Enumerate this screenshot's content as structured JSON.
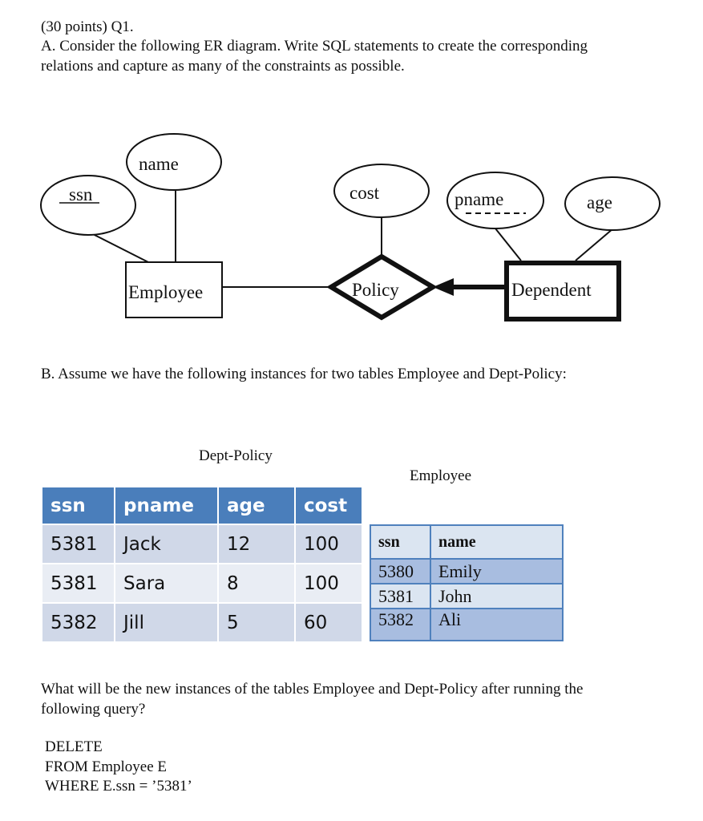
{
  "question": {
    "header": "(30 points) Q1.",
    "part_a_line1": "A. Consider the following ER diagram. Write SQL statements to create the corresponding",
    "part_a_line2": "relations and capture as many of the constraints as possible."
  },
  "er_diagram": {
    "attributes": {
      "ssn": "ssn",
      "name": "name",
      "cost": "cost",
      "pname": "pname",
      "age": "age"
    },
    "entity": "Employee",
    "relationship": "Policy",
    "weak_entity": "Dependent"
  },
  "part_b": {
    "intro": "B. Assume we have the following instances for two tables Employee and Dept-Policy:"
  },
  "dept_policy": {
    "caption": "Dept-Policy",
    "headers": [
      "ssn",
      "pname",
      "age",
      "cost"
    ],
    "rows": [
      [
        "5381",
        "Jack",
        "12",
        "100"
      ],
      [
        "5381",
        "Sara",
        "8",
        "100"
      ],
      [
        "5382",
        "Jill",
        "5",
        "60"
      ]
    ]
  },
  "employee": {
    "caption": "Employee",
    "headers": [
      "ssn",
      "name"
    ],
    "rows": [
      [
        "5380",
        "Emily"
      ],
      [
        "5381",
        "John"
      ],
      [
        "5382",
        "Ali"
      ]
    ]
  },
  "followup": {
    "line1": "What will be the new instances of the tables Employee and Dept-Policy after running the",
    "line2": "following query?"
  },
  "query": {
    "line1": "DELETE",
    "line2": "FROM Employee  E",
    "line3": "WHERE E.ssn = ’5381’"
  }
}
